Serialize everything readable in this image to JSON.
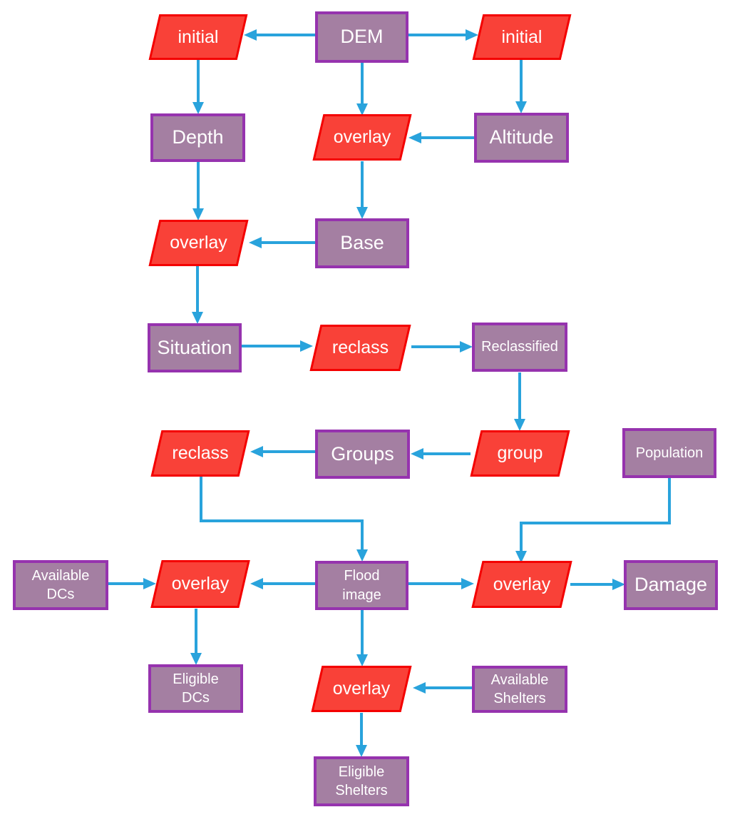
{
  "diagram": {
    "description": "Flood GIS processing flowchart",
    "colors": {
      "process_fill": "#a47fa2",
      "process_border": "#9633ae",
      "operation_fill": "#f94138",
      "operation_border": "#f40000",
      "arrow": "#29a3dc",
      "label_text": "#ffffff",
      "background": "#ffffff"
    },
    "nodes": {
      "dem": "DEM",
      "initial_left": "initial",
      "initial_right": "initial",
      "depth": "Depth",
      "overlay_dem": "overlay",
      "altitude": "Altitude",
      "overlay_depth": "overlay",
      "base": "Base",
      "situation": "Situation",
      "reclass_situation": "reclass",
      "reclassified": "Reclassified",
      "group": "group",
      "groups": "Groups",
      "reclass_groups": "reclass",
      "population": "Population",
      "available_dcs": "Available\nDCs",
      "overlay_dcs": "overlay",
      "flood_image": "Flood\nimage",
      "overlay_damage": "overlay",
      "damage": "Damage",
      "eligible_dcs": "Eligible\nDCs",
      "overlay_shelters": "overlay",
      "available_shelters": "Available\nShelters",
      "eligible_shelters": "Eligible\nShelters"
    },
    "edges": [
      "DEM -> initial (left)",
      "DEM -> initial (right)",
      "initial (left) -> Depth",
      "DEM -> overlay",
      "initial (right) -> Altitude",
      "Altitude -> overlay",
      "overlay -> Base",
      "Depth -> overlay",
      "Base -> overlay",
      "overlay -> Situation",
      "Situation -> reclass",
      "reclass -> Reclassified",
      "Reclassified -> group",
      "group -> Groups",
      "Groups -> reclass",
      "reclass -> Flood image",
      "Population -> overlay",
      "Available DCs -> overlay",
      "Flood image -> overlay (left)",
      "Flood image -> overlay (right)",
      "overlay -> Damage",
      "overlay -> Eligible DCs",
      "Flood image -> overlay (bottom)",
      "Available Shelters -> overlay",
      "overlay -> Eligible Shelters"
    ]
  }
}
